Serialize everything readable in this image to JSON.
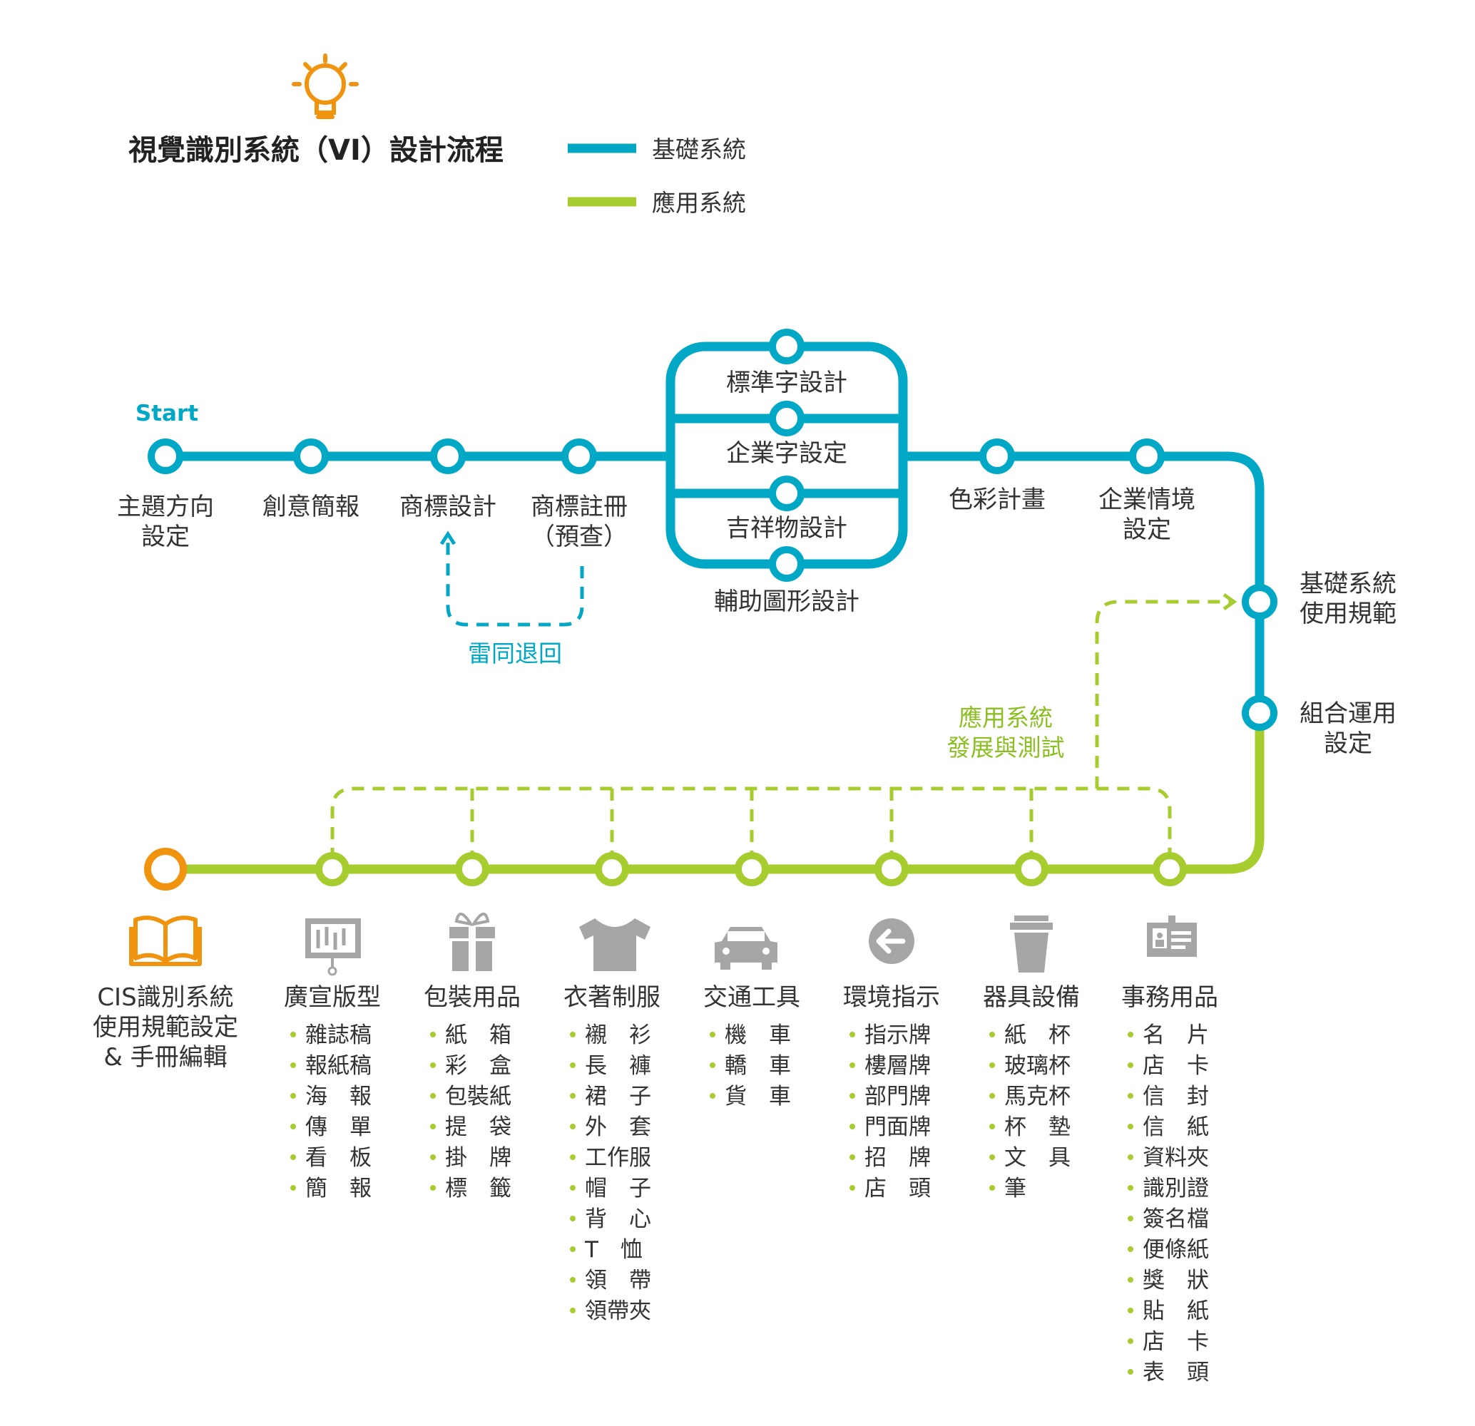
{
  "title": "視覺識別系統（VI）設計流程",
  "legend": [
    {
      "label": "基礎系統",
      "color": "#00a8c6"
    },
    {
      "label": "應用系統",
      "color": "#a6cc2e"
    }
  ],
  "colors": {
    "basic": "#00a8c6",
    "applied": "#a6cc2e",
    "accent": "#f0930e",
    "text": "#333333",
    "icon": "#a6a6a6"
  },
  "start_label": "Start",
  "basic_stations": [
    {
      "label1": "主題方向",
      "label2": "設定"
    },
    {
      "label1": "創意簡報",
      "label2": ""
    },
    {
      "label1": "商標設計",
      "label2": ""
    },
    {
      "label1": "商標註冊",
      "label2": "（預查）"
    }
  ],
  "loop_label": "雷同退回",
  "branch_stations": [
    "標準字設計",
    "企業字設定",
    "吉祥物設計",
    "輔助圖形設計"
  ],
  "after_branch_stations": [
    {
      "label1": "色彩計畫",
      "label2": ""
    },
    {
      "label1": "企業情境",
      "label2": "設定"
    }
  ],
  "right_stations": [
    {
      "label1": "基礎系統",
      "label2": "使用規範"
    },
    {
      "label1": "組合運用",
      "label2": "設定"
    }
  ],
  "test_label": {
    "line1": "應用系統",
    "line2": "發展與測試"
  },
  "end_station": {
    "line1": "CIS識別系統",
    "line2": "使用規範設定",
    "line3": "& 手冊編輯"
  },
  "categories": [
    {
      "title": "廣宣版型",
      "icon": "billboard-icon",
      "items": [
        "雜誌稿",
        "報紙稿",
        "海　報",
        "傳　單",
        "看　板",
        "簡　報"
      ]
    },
    {
      "title": "包裝用品",
      "icon": "gift-box-icon",
      "items": [
        "紙　箱",
        "彩　盒",
        "包裝紙",
        "提　袋",
        "掛　牌",
        "標　籤"
      ]
    },
    {
      "title": "衣著制服",
      "icon": "tshirt-icon",
      "items": [
        "襯　衫",
        "長　褲",
        "裙　子",
        "外　套",
        "工作服",
        "帽　子",
        "背　心",
        "T　恤",
        "領　帶",
        "領帶夾"
      ]
    },
    {
      "title": "交通工具",
      "icon": "car-icon",
      "items": [
        "機　車",
        "轎　車",
        "貨　車"
      ]
    },
    {
      "title": "環境指示",
      "icon": "arrow-sign-icon",
      "items": [
        "指示牌",
        "樓層牌",
        "部門牌",
        "門面牌",
        "招　牌",
        "店　頭"
      ]
    },
    {
      "title": "器具設備",
      "icon": "cup-icon",
      "items": [
        "紙　杯",
        "玻璃杯",
        "馬克杯",
        "杯　墊",
        "文　具",
        "筆"
      ]
    },
    {
      "title": "事務用品",
      "icon": "id-card-icon",
      "items": [
        "名　片",
        "店　卡",
        "信　封",
        "信　紙",
        "資料夾",
        "識別證",
        "簽名檔",
        "便條紙",
        "獎　狀",
        "貼　紙",
        "店　卡",
        "表　頭"
      ]
    }
  ]
}
